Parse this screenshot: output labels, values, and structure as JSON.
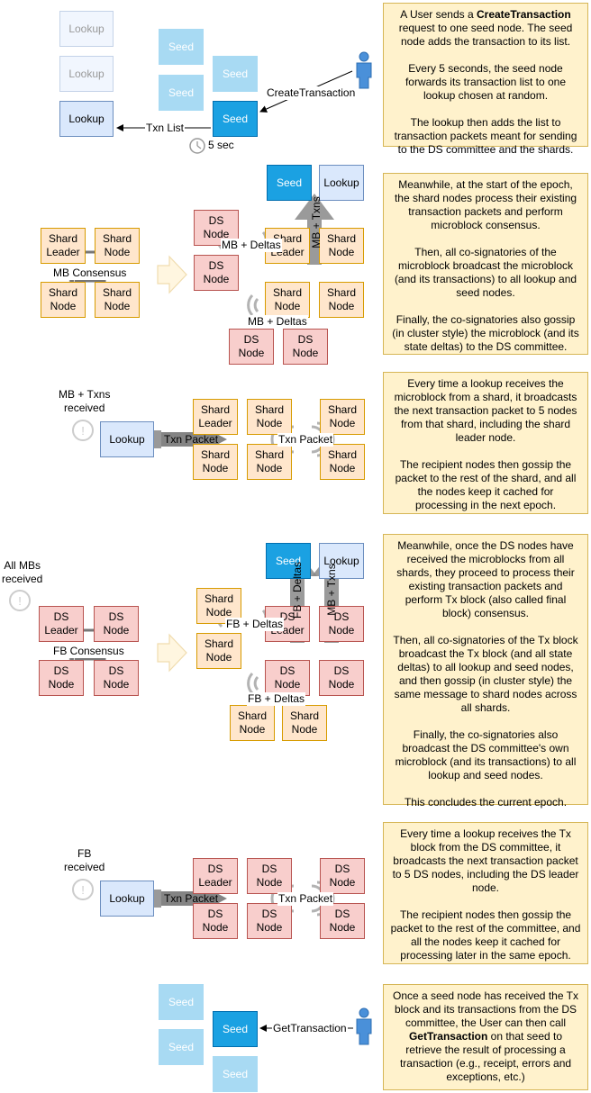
{
  "labels": {
    "lookup": "Lookup",
    "seed": "Seed",
    "shard_node": "Shard\nNode",
    "shard_leader": "Shard\nLeader",
    "ds_node": "DS\nNode",
    "ds_leader": "DS\nLeader"
  },
  "section1": {
    "create_transaction": "CreateTransaction",
    "txn_list": "Txn List",
    "timer": "5 sec",
    "note_p1_pre": "A User sends a ",
    "note_p1_bold": "CreateTransaction",
    "note_p1_post": " request to one seed node. The seed node adds the transaction to its list.",
    "note_p2": "Every 5 seconds, the seed node forwards its transaction list to one lookup chosen at random.",
    "note_p3": "The lookup then adds the list to transaction packets meant for sending to the DS committee and the shards."
  },
  "section2": {
    "mb_consensus": "MB Consensus",
    "mb_deltas_1": "MB + Deltas",
    "mb_deltas_2": "MB + Deltas",
    "mb_txns": "MB + Txns",
    "note": "Meanwhile, at the start of the epoch, the shard nodes process their existing transaction packets and perform microblock consensus.\n\nThen, all co-signatories of the microblock broadcast the microblock (and its transactions) to all lookup and seed nodes.\n\nFinally, the co-signatories also gossip (in cluster style) the microblock (and its state deltas) to the DS committee."
  },
  "section3": {
    "received": "MB + Txns\nreceived",
    "txn_packet_1": "Txn Packet",
    "txn_packet_2": "Txn Packet",
    "note": "Every time a lookup receives the microblock from a shard, it broadcasts the next transaction packet to 5 nodes from that shard, including the shard leader node.\n\nThe recipient nodes then gossip the packet to the rest of the shard, and all the nodes keep it cached for processing in the next epoch."
  },
  "section4": {
    "received": "All MBs\nreceived",
    "fb_consensus": "FB Consensus",
    "fb_deltas_1": "FB + Deltas",
    "fb_deltas_2": "FB + Deltas",
    "fb_deltas_v": "FB + Deltas",
    "mb_txns": "MB + Txns",
    "note": "Meanwhile, once the DS nodes have received the microblocks from all shards, they proceed to process their existing transaction packets and perform Tx block (also called final block) consensus.\n\nThen, all co-signatories of the Tx block broadcast the Tx block (and all state deltas) to all lookup and seed nodes, and then gossip (in cluster style) the same message to shard nodes across all shards.\n\nFinally, the co-signatories also broadcast the DS committee's own microblock (and its transactions) to all lookup and seed nodes.\n\nThis concludes the current epoch."
  },
  "section5": {
    "received": "FB\nreceived",
    "txn_packet_1": "Txn Packet",
    "txn_packet_2": "Txn Packet",
    "note": "Every time a lookup receives the Tx block from the DS committee, it broadcasts the next transaction packet to 5 DS nodes, including the DS leader node.\n\nThe recipient nodes then gossip the packet to the rest of the committee, and all the nodes keep it cached for processing later in the same epoch."
  },
  "section6": {
    "get_transaction": "GetTransaction",
    "note_pre": "Once a seed node has received the Tx block and its transactions from the DS committee, the User can then call ",
    "note_bold": "GetTransaction",
    "note_post": " on that seed to retrieve the result of processing a transaction (e.g., receipt, errors and exceptions, etc.)"
  },
  "colors": {
    "lookup_fill": "#dae8fc",
    "seed_fill": "#1ba1e2",
    "shard_fill": "#ffe6cc",
    "ds_fill": "#f8cecc",
    "note_fill": "#fff2cc"
  }
}
